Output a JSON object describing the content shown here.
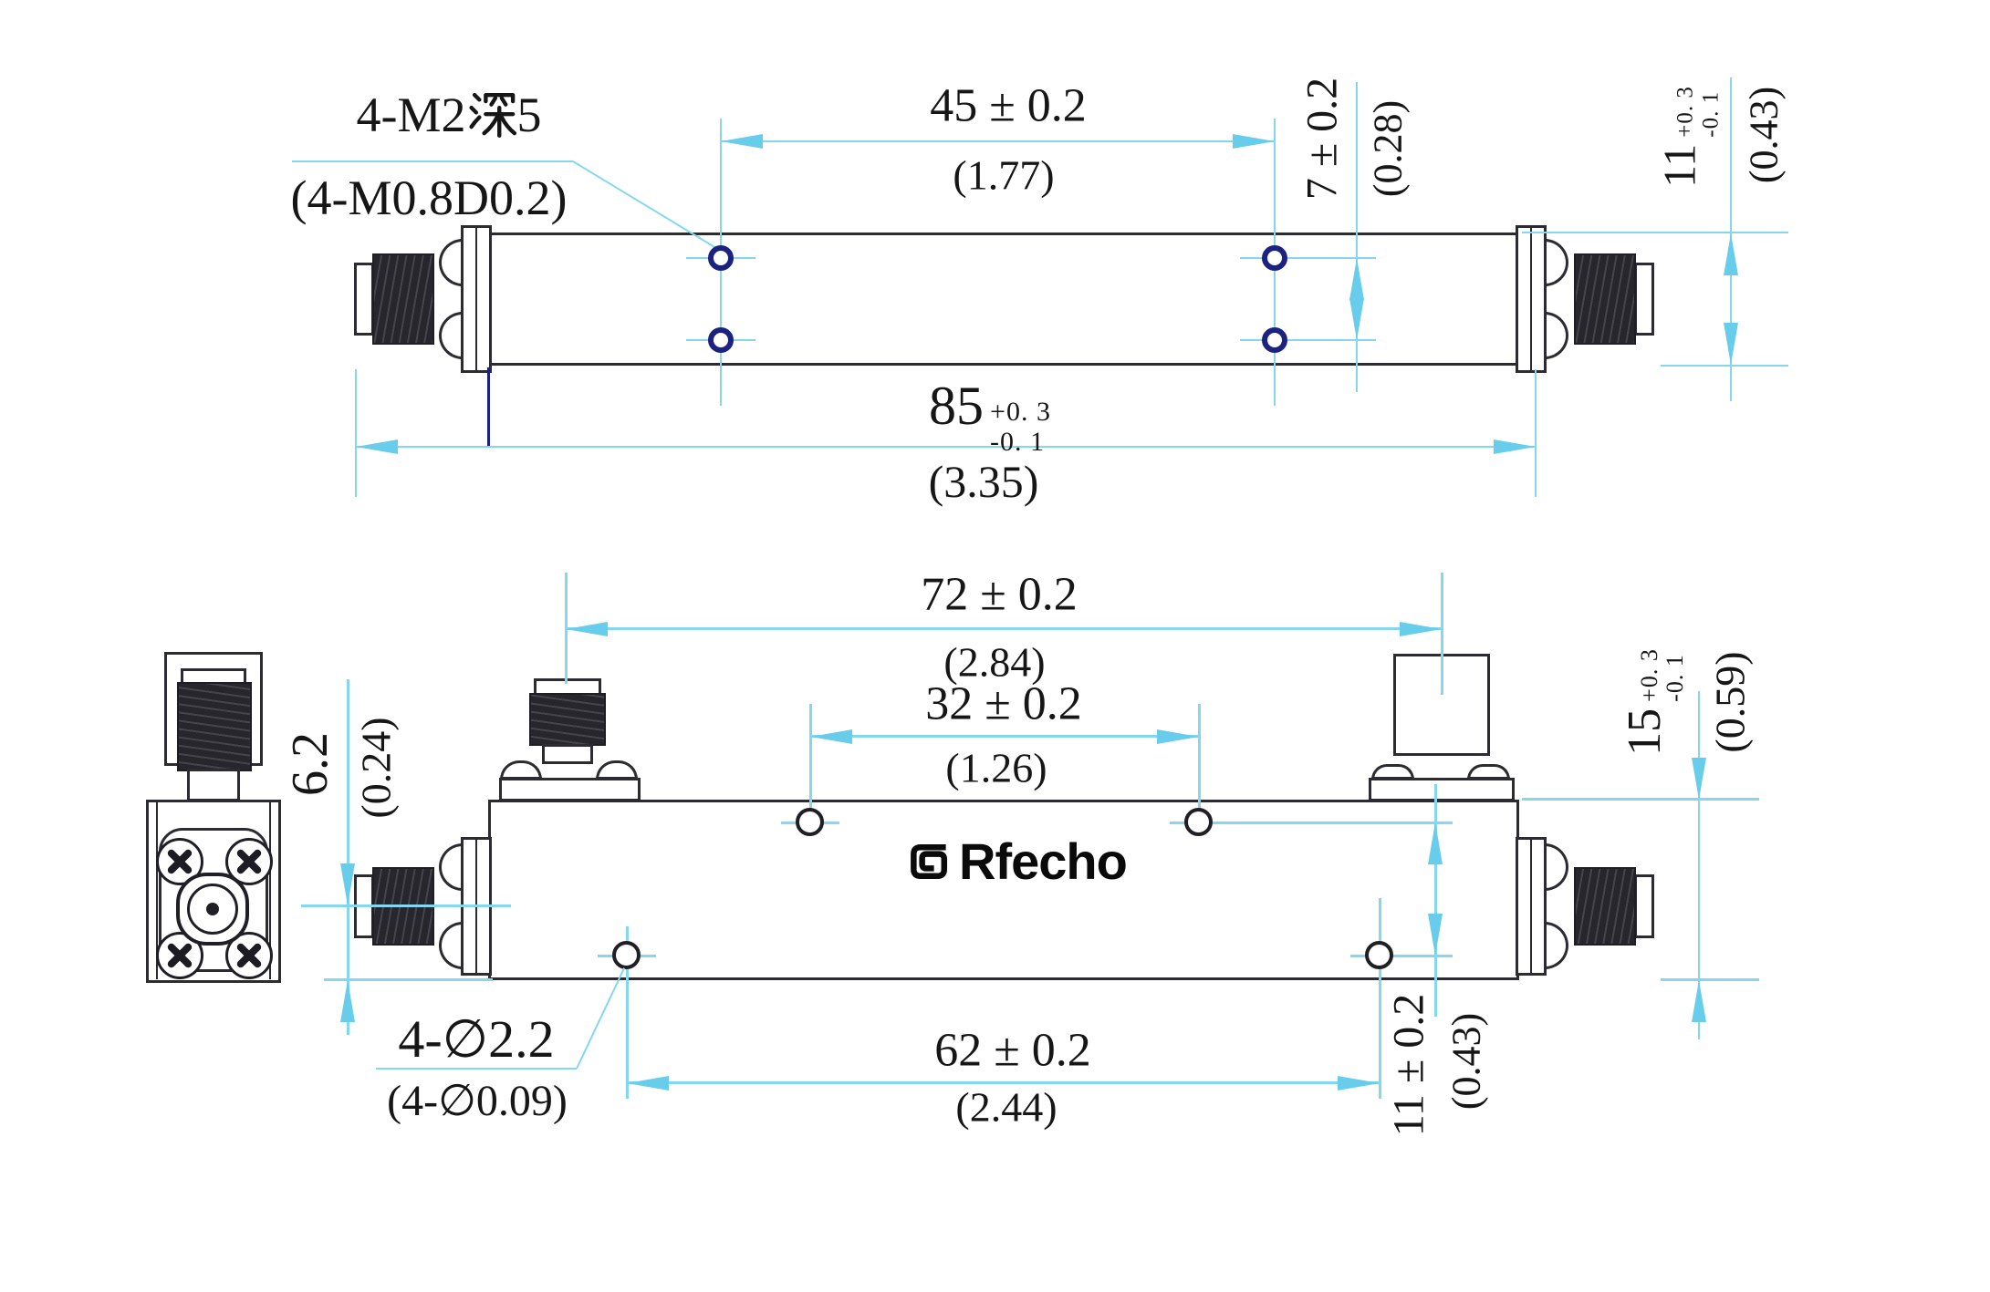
{
  "drawing": {
    "colors": {
      "dimension_line": "#84d7ef",
      "arrow": "#67cdea",
      "outline": "#2b2b31",
      "hole_ring_navy": "#1c2280",
      "text": "#161616",
      "logo": "#0a0a0a"
    },
    "logo": {
      "text": "Rfecho"
    },
    "notes": {
      "tapped_holes": {
        "metric_prefix": "4-M2",
        "metric_cjk_depth": "深",
        "metric_suffix": "5",
        "inch": "(4-M0.8D0.2)"
      },
      "through_holes": {
        "metric": "4-∅2.2",
        "inch": "(4-∅0.09)"
      }
    },
    "top_view": {
      "dim_45": {
        "mm": "45 ± 0.2",
        "inch": "(1.77)"
      },
      "dim_7": {
        "mm": "7 ± 0.2",
        "inch": "(0.28)"
      },
      "dim_11": {
        "mm": "11",
        "tol_plus": "+0. 3",
        "tol_minus": "-0. 1",
        "inch": "(0.43)"
      },
      "dim_85": {
        "mm": "85",
        "tol_plus": "+0. 3",
        "tol_minus": "-0. 1",
        "inch": "(3.35)"
      }
    },
    "front_view": {
      "dim_72": {
        "mm": "72 ± 0.2",
        "inch": "(2.84)"
      },
      "dim_32": {
        "mm": "32 ± 0.2",
        "inch": "(1.26)"
      },
      "dim_62": {
        "mm": "62 ± 0.2",
        "inch": "(2.44)"
      },
      "dim_11": {
        "mm": "11 ± 0.2",
        "inch": "(0.43)"
      },
      "dim_15": {
        "mm": "15",
        "tol_plus": "+0. 3",
        "tol_minus": "-0. 1",
        "inch": "(0.59)"
      },
      "dim_6_2": {
        "mm": "6.2",
        "inch": "(0.24)"
      }
    }
  }
}
